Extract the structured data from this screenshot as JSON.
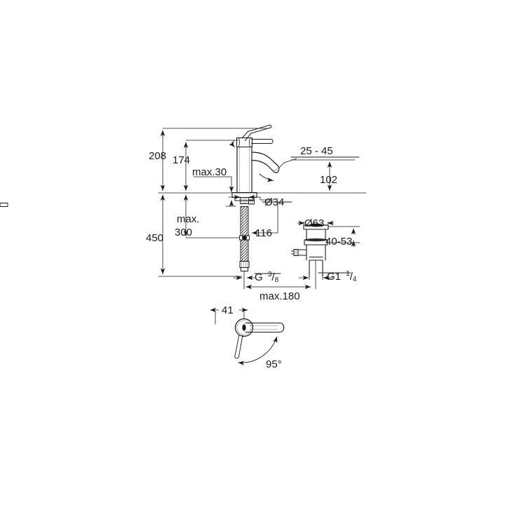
{
  "drawing": {
    "title": "Technical dimension drawing - single-lever basin mixer with pop-up waste",
    "type": "technical-dimension-drawing",
    "background_color": "#ffffff",
    "line_color": "#1a1a1a",
    "text_color": "#1a1a1a",
    "views": [
      {
        "id": "elevation",
        "label": "front elevation view"
      },
      {
        "id": "plan",
        "label": "top plan view"
      }
    ]
  },
  "dimensions": {
    "total_height": "208",
    "spout_height": "174",
    "max_deck_thickness": "max.30",
    "deck_hole_diameter": "Ø34",
    "spout_reach_range": "25 - 45",
    "spout_outlet_height": "102",
    "overall_depth": "450",
    "max_supply_length": "max.\n300",
    "max_supply_line1": "max.",
    "max_supply_line2": "300",
    "shank_length": "116",
    "waste_flange_diameter": "Ø63",
    "waste_adjust_range": "40-53",
    "supply_thread": {
      "prefix": "G",
      "numerator": "3",
      "denominator": "8"
    },
    "waste_thread": {
      "prefix": "G1",
      "numerator": "1",
      "denominator": "4"
    },
    "max_spread": "max.180",
    "handle_offset": "41",
    "handle_swivel_angle": "95°"
  },
  "labels": [
    {
      "name": "total-height",
      "value": "208"
    },
    {
      "name": "spout-height",
      "value": "174"
    },
    {
      "name": "max-deck-thickness",
      "value": "max.30"
    },
    {
      "name": "deck-hole-diameter",
      "value": "Ø34"
    },
    {
      "name": "spout-reach",
      "value": "25 - 45"
    },
    {
      "name": "outlet-height",
      "value": "102"
    },
    {
      "name": "overall-depth",
      "value": "450"
    },
    {
      "name": "max-supply-a",
      "value": "max."
    },
    {
      "name": "max-supply-b",
      "value": "300"
    },
    {
      "name": "shank-length",
      "value": "116"
    },
    {
      "name": "waste-flange-dia",
      "value": "Ø63"
    },
    {
      "name": "waste-adjust",
      "value": "40-53"
    },
    {
      "name": "supply-thread",
      "value": "G 3/8"
    },
    {
      "name": "waste-thread",
      "value": "G1 1/4"
    },
    {
      "name": "max-spread",
      "value": "max.180"
    },
    {
      "name": "handle-offset",
      "value": "41"
    },
    {
      "name": "swivel-angle",
      "value": "95°"
    }
  ]
}
